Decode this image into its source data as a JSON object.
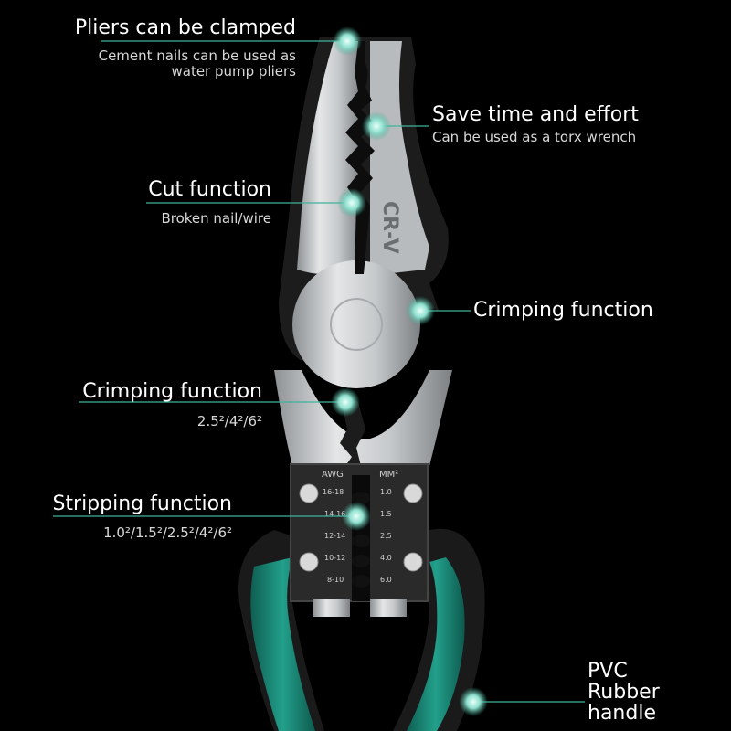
{
  "product": {
    "steel_mark": "CR-V",
    "gauge_headers": {
      "awg": "AWG",
      "mm": "MM²"
    },
    "gauge_awg": [
      "16-18",
      "14-16",
      "12-14",
      "10-12",
      "8-10"
    ],
    "gauge_mm": [
      "1.0",
      "1.5",
      "2.5",
      "4.0",
      "6.0"
    ]
  },
  "callouts": {
    "clamp": {
      "title": "Pliers can be clamped",
      "line1": "Cement nails can be used as",
      "line2": "water pump pliers"
    },
    "torx": {
      "title": "Save time and effort",
      "sub": "Can be used as a torx wrench"
    },
    "cut": {
      "title": "Cut function",
      "sub": "Broken nail/wire"
    },
    "crimp_right": {
      "title": "Crimping function"
    },
    "crimp_left": {
      "title": "Crimping function",
      "sub": "2.5²/4²/6²"
    },
    "strip": {
      "title": "Stripping function",
      "sub": "1.0²/1.5²/2.5²/4²/6²"
    },
    "handle": {
      "line1": "PVC",
      "line2": "Rubber",
      "line3": "handle"
    }
  },
  "colors": {
    "background": "#000000",
    "steel": "#c9ccce",
    "jaw_dark": "#1c1c1c",
    "handle_green": "#1b8a78",
    "handle_black": "#1a1a1a",
    "dot": "#8fe0cf"
  }
}
